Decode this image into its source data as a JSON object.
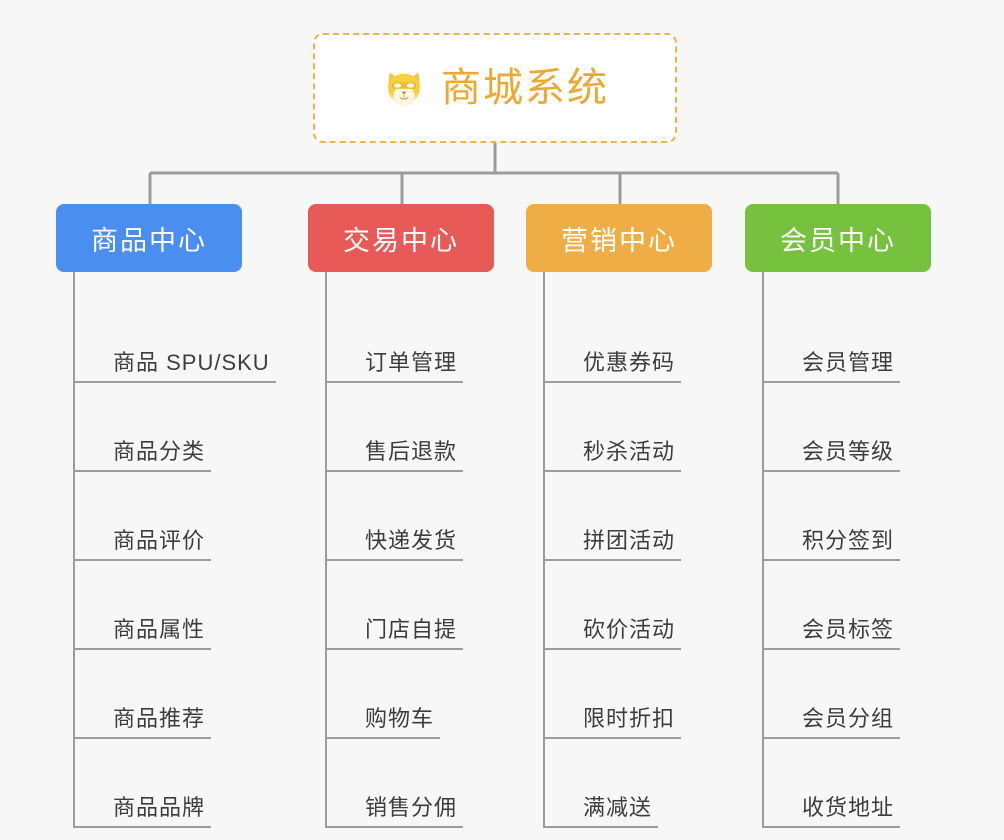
{
  "page": {
    "background_color": "#f7f7f7",
    "line_color": "#9c9c9c"
  },
  "root": {
    "title": "商城系统",
    "icon": "shiba-dog-face-emoji",
    "text_color": "#eba931",
    "border_color": "#f0b24a",
    "background_color": "#ffffff"
  },
  "branches": [
    {
      "label": "商品中心",
      "color": "#4a8ef0",
      "leaves": [
        {
          "label": "商品 SPU/SKU"
        },
        {
          "label": "商品分类"
        },
        {
          "label": "商品评价"
        },
        {
          "label": "商品属性"
        },
        {
          "label": "商品推荐"
        },
        {
          "label": "商品品牌"
        }
      ]
    },
    {
      "label": "交易中心",
      "color": "#e85a58",
      "leaves": [
        {
          "label": "订单管理"
        },
        {
          "label": "售后退款"
        },
        {
          "label": "快递发货"
        },
        {
          "label": "门店自提"
        },
        {
          "label": "购物车"
        },
        {
          "label": "销售分佣"
        }
      ]
    },
    {
      "label": "营销中心",
      "color": "#eeae45",
      "leaves": [
        {
          "label": "优惠券码"
        },
        {
          "label": "秒杀活动"
        },
        {
          "label": "拼团活动"
        },
        {
          "label": "砍价活动"
        },
        {
          "label": "限时折扣"
        },
        {
          "label": "满减送"
        }
      ]
    },
    {
      "label": "会员中心",
      "color": "#76c23f",
      "leaves": [
        {
          "label": "会员管理"
        },
        {
          "label": "会员等级"
        },
        {
          "label": "积分签到"
        },
        {
          "label": "会员标签"
        },
        {
          "label": "会员分组"
        },
        {
          "label": "收货地址"
        }
      ]
    }
  ]
}
